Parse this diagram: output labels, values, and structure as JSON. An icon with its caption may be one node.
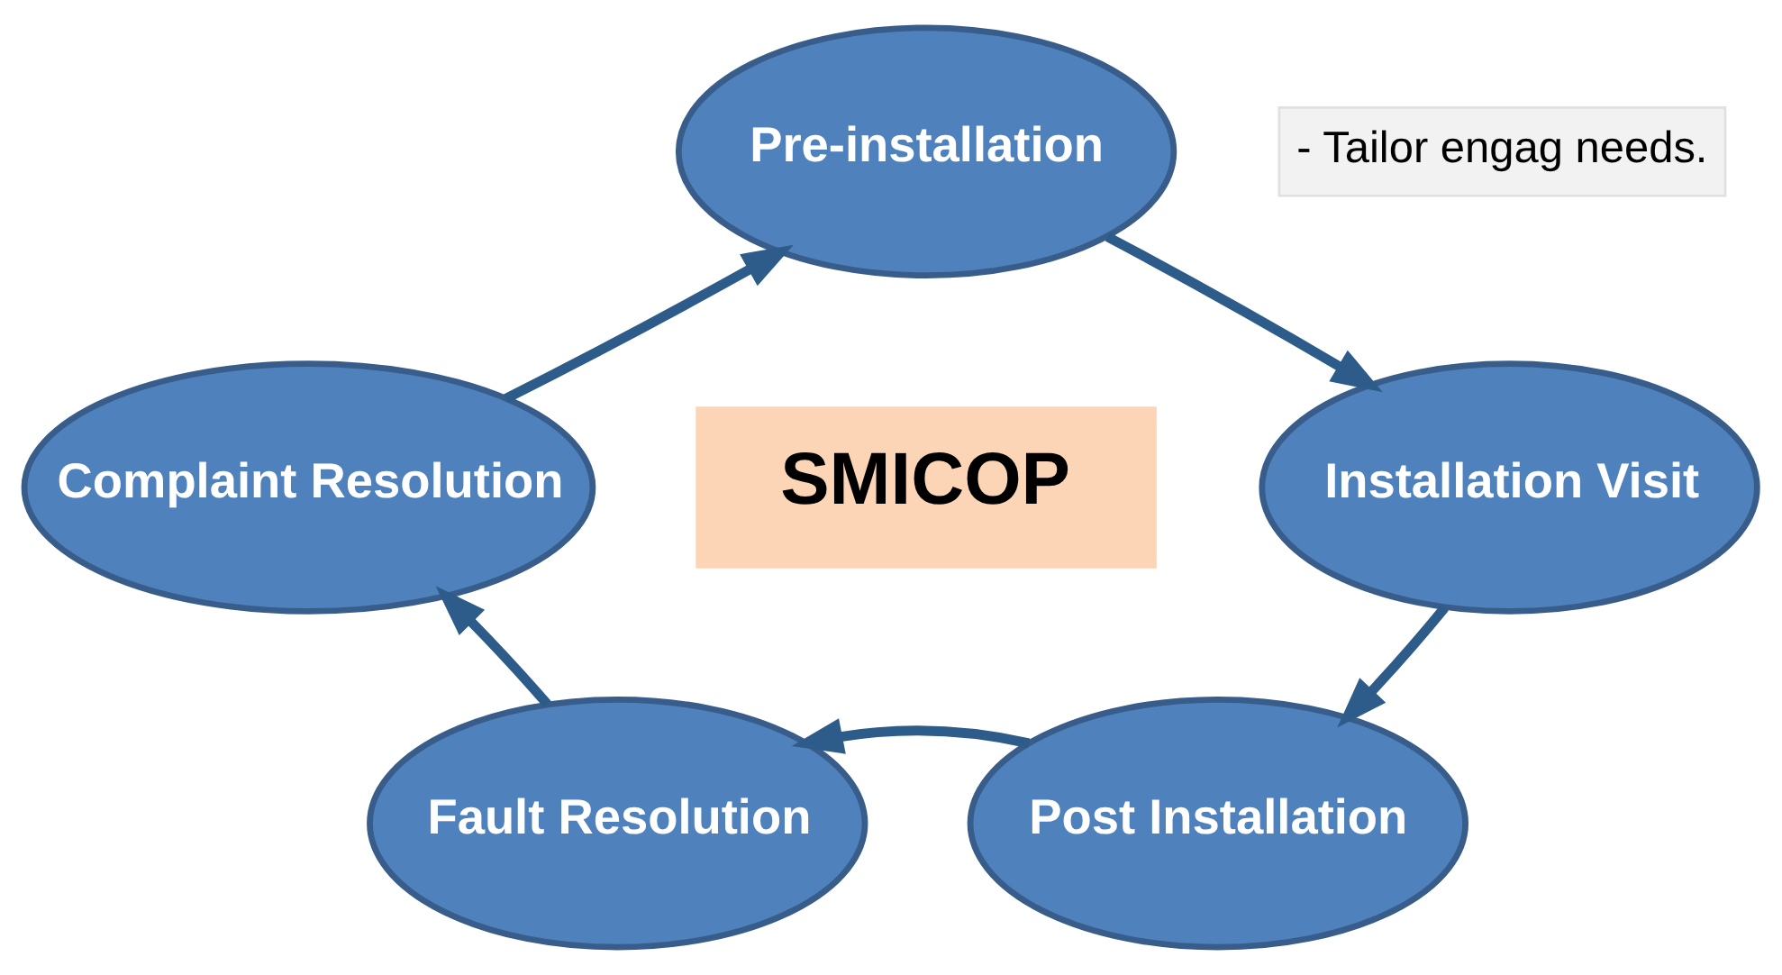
{
  "diagram": {
    "nodes": [
      {
        "text": [
          "Pre-installation"
        ]
      },
      {
        "text": [
          "Complaint Resolution"
        ]
      },
      {
        "text": [
          "Installation Visit"
        ]
      },
      {
        "text": [
          "SMICOP"
        ]
      },
      {
        "text": [
          "Fault Resolution"
        ]
      },
      {
        "text": [
          "Post Installation"
        ]
      }
    ],
    "edges": [
      {
        "from": 0,
        "to": 2,
        "arrow": "to"
      },
      {
        "from": 2,
        "to": 5,
        "arrow": "to"
      },
      {
        "from": 5,
        "to": 4,
        "arrow": "to"
      },
      {
        "from": 4,
        "to": 1,
        "arrow": "to"
      },
      {
        "from": 1,
        "to": 0,
        "arrow": "to"
      }
    ],
    "labels": [
      "- Tailor engag needs."
    ]
  }
}
